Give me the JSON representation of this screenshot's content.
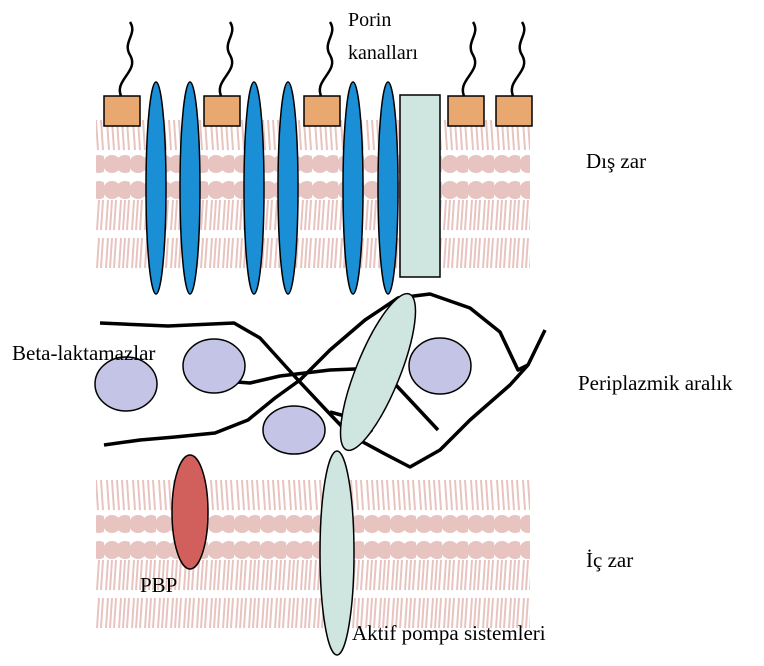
{
  "labels": {
    "porin_line1": "Porin",
    "porin_line2": "kanalları",
    "outer_membrane": "Dış zar",
    "beta_lactamases": "Beta-laktamazlar",
    "periplasmic_space": "Periplazmik aralık",
    "inner_membrane": "İç zar",
    "pbp": "PBP",
    "efflux": "Aktif pompa sistemleri"
  },
  "colors": {
    "lipid": "#e8c4c0",
    "porin": "#1a8fd6",
    "lps_block": "#e8a870",
    "channel": "#cfe5e0",
    "enzyme": "#c4c4e6",
    "pbp": "#d1605c",
    "stroke": "#000000"
  }
}
